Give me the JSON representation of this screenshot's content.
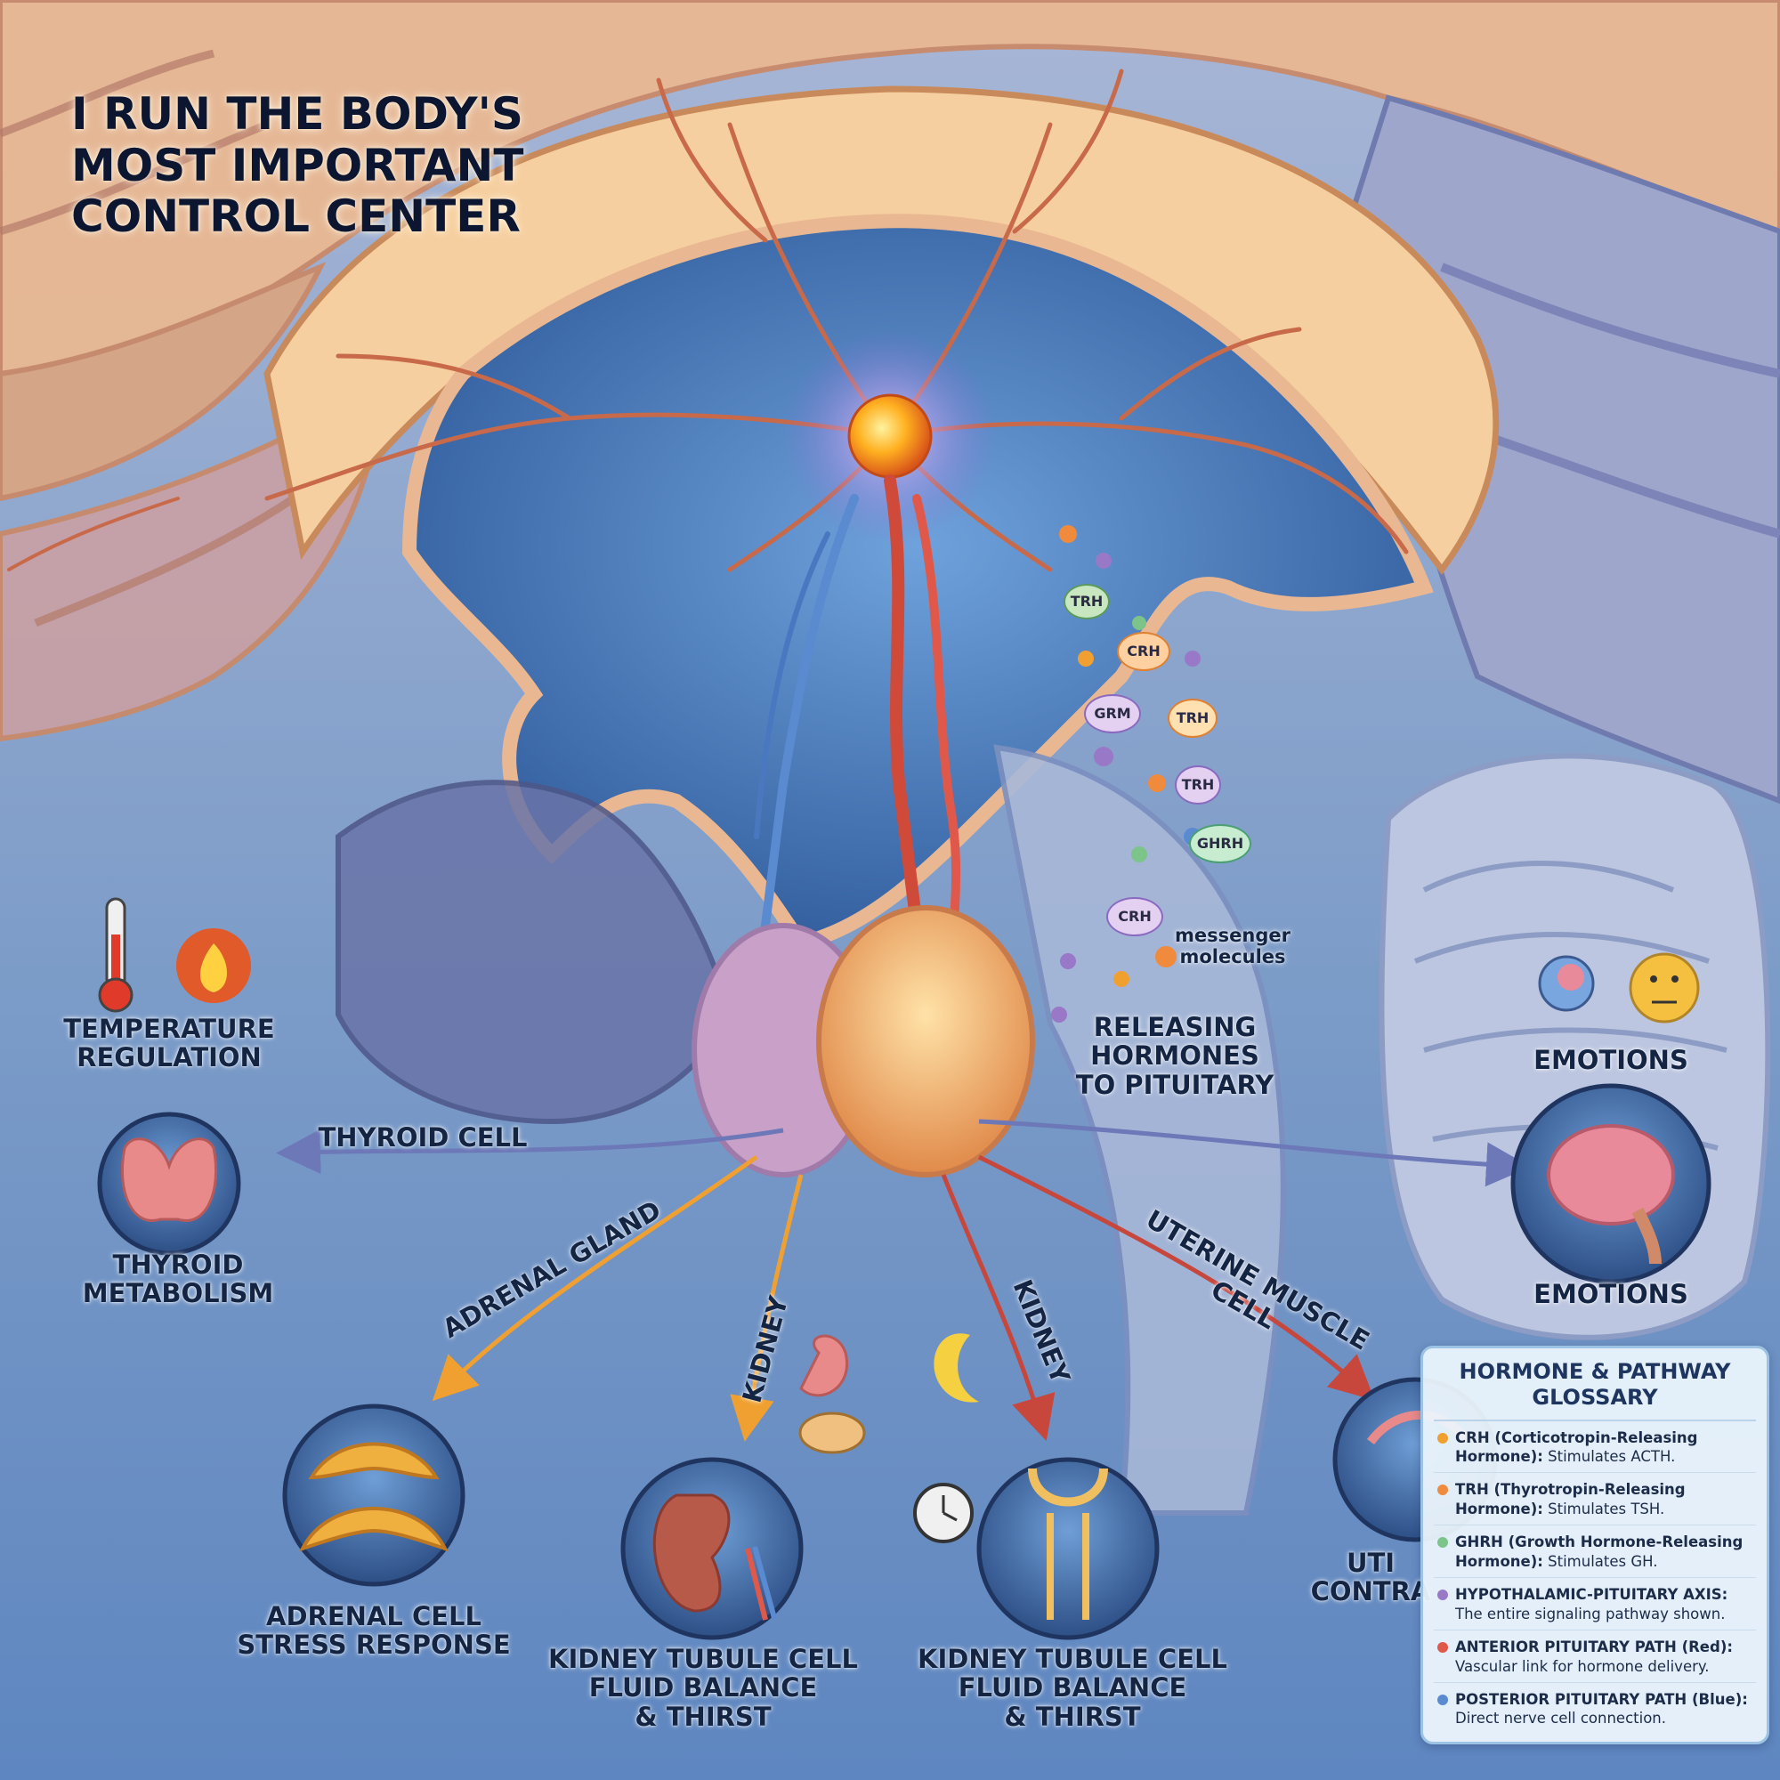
{
  "title": {
    "line1": "I RUN THE BODY'S",
    "line2": "MOST IMPORTANT",
    "line3": "CONTROL CENTER"
  },
  "labels": {
    "temperature": "TEMPERATURE\nREGULATION",
    "thyroid_cell": "THYROID CELL",
    "thyroid_metabolism": "THYROID\nMETABOLISM",
    "adrenal_gland": "ADRENAL GLAND",
    "adrenal_cell": "ADRENAL CELL\nSTRESS RESPONSE",
    "kidney_left_arrow": "KIDNEY",
    "kidney_right_arrow": "KIDNEY",
    "kidney_tubule_left": "KIDNEY TUBULE CELL\nFLUID BALANCE\n& THIRST",
    "kidney_tubule_right": "KIDNEY TUBULE CELL\nFLUID BALANCE\n& THIRST",
    "releasing": "RELEASING\nHORMONES\nTO PITUITARY",
    "messenger": "messenger\nmolecules",
    "emotions_top": "EMOTIONS",
    "emotions_bottom": "EMOTIONS",
    "uterine": "UTERINE MUSCLE CELL",
    "uterine_partial": "UTI\nCONTRA"
  },
  "molecules": [
    "TRH",
    "CRH",
    "GRM",
    "TRH",
    "TRH",
    "GHRH",
    "CRH"
  ],
  "glossary": {
    "title": "HORMONE & PATHWAY\nGLOSSARY",
    "items": [
      {
        "term": "CRH (Corticotropin-Releasing Hormone):",
        "desc": "Stimulates ACTH.",
        "color": "#f0a030"
      },
      {
        "term": "TRH (Thyrotropin-Releasing Hormone):",
        "desc": "Stimulates TSH.",
        "color": "#f08a3c"
      },
      {
        "term": "GHRH (Growth Hormone-Releasing Hormone):",
        "desc": "Stimulates GH.",
        "color": "#7cc48a"
      },
      {
        "term": "HYPOTHALAMIC-PITUITARY AXIS:",
        "desc": "The entire signaling pathway shown.",
        "color": "#9a78c8"
      },
      {
        "term": "ANTERIOR PITUITARY PATH (Red):",
        "desc": "Vascular link for hormone delivery.",
        "color": "#e0584a"
      },
      {
        "term": "POSTERIOR PITUITARY PATH (Blue):",
        "desc": "Direct nerve cell connection.",
        "color": "#5a8ad0"
      }
    ]
  },
  "colors": {
    "cortex": "#e9b892",
    "ventricle": "#3f6fb0",
    "background": "#7f9fc8",
    "anterior_path": "#e0584a",
    "posterior_path": "#5a8ad0",
    "neuron_body": "#ffb020"
  }
}
